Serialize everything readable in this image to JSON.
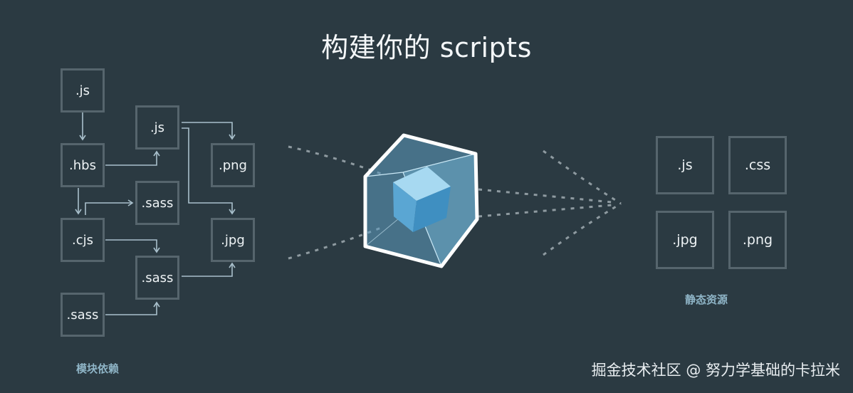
{
  "title": "构建你的 scripts",
  "modules": {
    "caption": "模块依赖",
    "items": [
      ".js",
      ".hbs",
      ".cjs",
      ".sass",
      ".js",
      ".sass",
      ".sass",
      ".png",
      ".jpg"
    ]
  },
  "assets": {
    "caption": "静态资源",
    "items": [
      ".js",
      ".css",
      ".jpg",
      ".png"
    ]
  },
  "watermark": "掘金技术社区 @ 努力学基础的卡拉米",
  "colors": {
    "background": "#2b3a42",
    "node_border": "#56656d",
    "arrow": "#a9c0cc",
    "cube": "#8ed0ee"
  }
}
